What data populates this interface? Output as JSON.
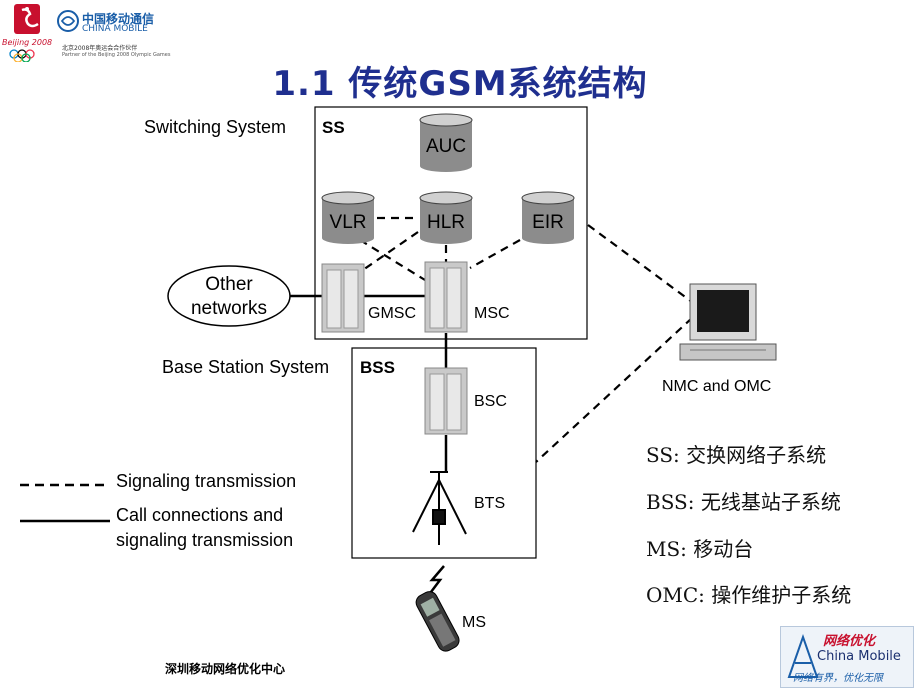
{
  "header": {
    "beijing_label": "Beijing 2008",
    "cm_cn": "中国移动通信",
    "cm_en": "CHINA MOBILE",
    "partner_cn": "北京2008年奥运会合作伙伴",
    "partner_en": "Partner of the Beijing 2008 Olympic Games"
  },
  "title": "1.1 传统GSM系统结构",
  "diagram": {
    "ss_caption": "Switching System",
    "ss_tag": "SS",
    "bss_caption": "Base Station System",
    "bss_tag": "BSS",
    "nodes": {
      "auc": "AUC",
      "vlr": "VLR",
      "hlr": "HLR",
      "eir": "EIR",
      "gmsc": "GMSC",
      "msc": "MSC",
      "bsc": "BSC",
      "bts": "BTS",
      "ms": "MS",
      "nmc": "NMC and OMC",
      "other_line1": "Other",
      "other_line2": "networks"
    }
  },
  "legend": {
    "dashed": "Signaling transmission",
    "solid_line1": "Call connections and",
    "solid_line2": "signaling transmission"
  },
  "definitions": [
    "SS: 交换网络子系统",
    "BSS: 无线基站子系统",
    "MS: 移动台",
    "OMC: 操作维护子系统"
  ],
  "footer": {
    "org": "深圳移动网络优化中心",
    "badge_cn": "网络优化",
    "badge_en": "China Mobile",
    "badge_slogan": "网络有界，优化无限"
  },
  "colors": {
    "title": "#1f2f8f",
    "cylinder": "#8c8c8c",
    "brand_blue": "#1a5ea8"
  }
}
